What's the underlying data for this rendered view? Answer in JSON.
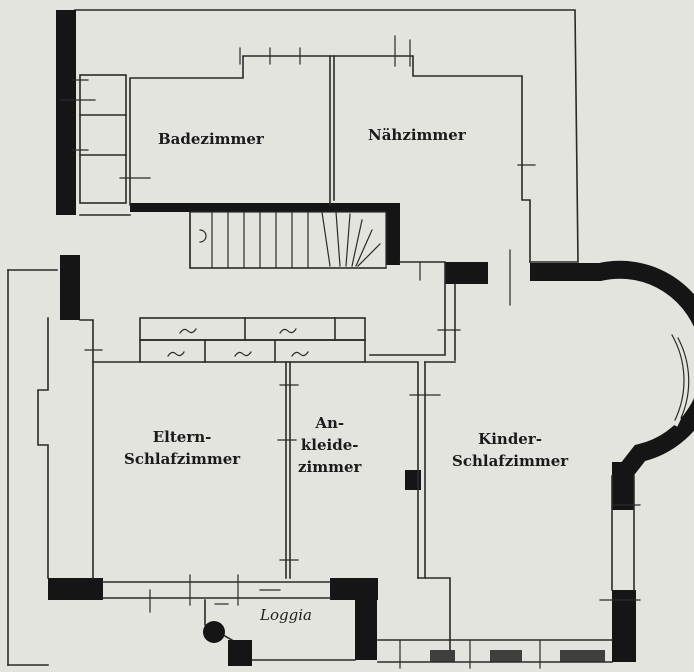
{
  "rooms": {
    "badezimmer": "Badezimmer",
    "naehzimmer": "Nähzimmer",
    "eltern_line1": "Eltern-",
    "eltern_line2": "Schlafzimmer",
    "ankleide_line1": "An-",
    "ankleide_line2": "kleide-",
    "ankleide_line3": "zimmer",
    "kinder_line1": "Kinder-",
    "kinder_line2": "Schlafzimmer"
  },
  "loggia_label": "Loggia",
  "colors": {
    "paper": "#e4e4df",
    "wall": "#151515",
    "line": "#2a2a2a"
  }
}
